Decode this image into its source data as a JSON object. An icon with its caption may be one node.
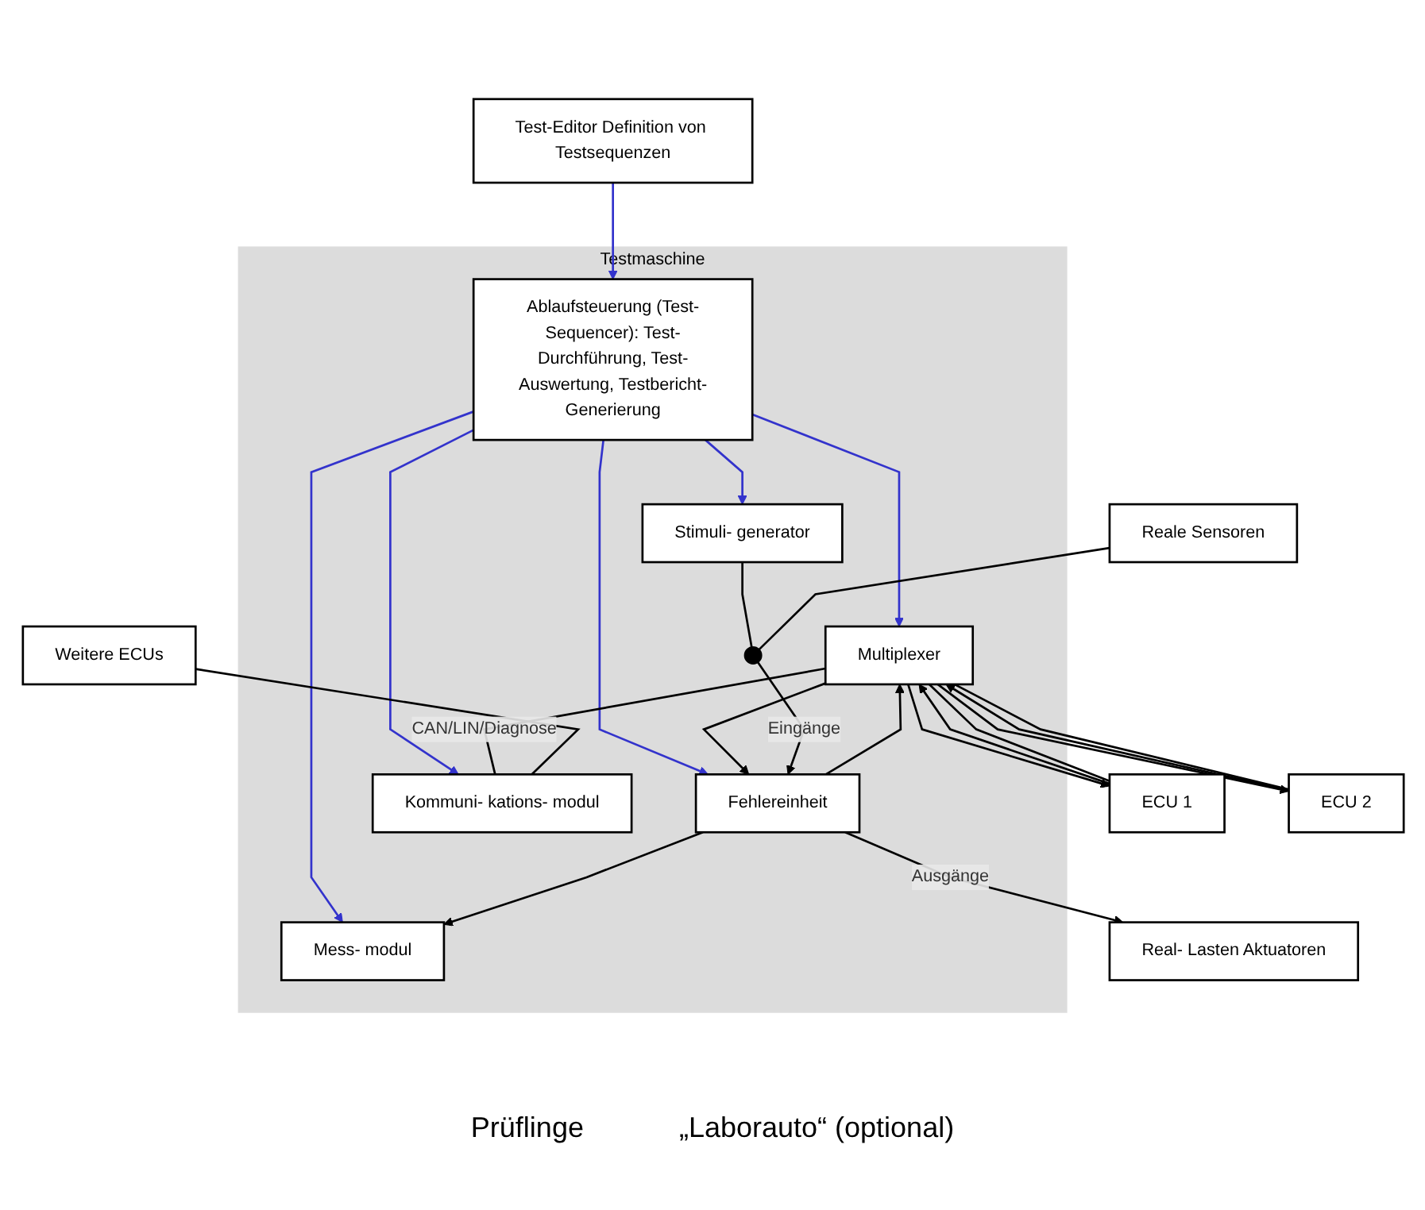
{
  "diagram": {
    "nodes": [
      {
        "text": [
          "Test-Editor Definition von Testsequenzen"
        ]
      },
      {
        "text": [
          "Testmaschine"
        ]
      },
      {
        "text": [
          "Ablaufsteuerung (Test-Sequencer): Test-Durchführung, Test-Auswertung, Testbericht-Generierung"
        ],
        "in": 1
      },
      {
        "text": [
          "Mess- modul"
        ],
        "in": 1
      },
      {
        "text": [
          "Stimuli- generator"
        ],
        "in": 1
      },
      {
        "text": [
          "Kommuni- kations- modul"
        ],
        "in": 1
      },
      {
        "text": [
          "Multiplexer"
        ],
        "in": 1
      },
      {
        "text": [
          "Fehlereinheit"
        ],
        "in": 1
      },
      {
        "text": [
          "ECU 1"
        ]
      },
      {
        "text": [
          "ECU 2"
        ]
      },
      {
        "text": [
          "Real- Lasten Aktuatoren"
        ]
      },
      {
        "text": [
          "Reale Sensoren"
        ]
      },
      {
        "text": [
          "Weitere ECUs"
        ]
      },
      {
        "text": [],
        "shape": "switch",
        "in": 1
      }
    ],
    "edges": [
      {
        "from": 0,
        "to": 2,
        "arrow": "to",
        "color": "#3333cc"
      },
      {
        "from": 2,
        "to": 6,
        "arrow": "to",
        "color": "#3333cc"
      },
      {
        "from": 2,
        "to": 7,
        "arrow": "to",
        "color": "#3333cc"
      },
      {
        "from": 2,
        "to": 3,
        "arrow": "to",
        "color": "#3333cc"
      },
      {
        "from": 2,
        "to": 4,
        "arrow": "to",
        "color": "#3333cc"
      },
      {
        "from": 2,
        "to": 5,
        "arrow": "to",
        "color": "#3333cc"
      },
      {
        "from": 8,
        "to": 6,
        "arrow": "to"
      },
      {
        "from": 6,
        "to": 8,
        "arrow": "to"
      },
      {
        "from": 8,
        "to": 6,
        "arrow": "none"
      },
      {
        "from": 9,
        "to": 6,
        "arrow": "to"
      },
      {
        "from": 6,
        "to": 9,
        "arrow": "to"
      },
      {
        "from": 9,
        "to": 6,
        "arrow": "none"
      },
      {
        "from": 6,
        "to": 7,
        "arrow": "to"
      },
      {
        "from": 7,
        "to": 10,
        "arrow": "to",
        "label": "Ausgänge"
      },
      {
        "from": 7,
        "to": 3,
        "arrow": "to"
      },
      {
        "from": 4,
        "to": 13,
        "arrow": "none"
      },
      {
        "from": 11,
        "to": 13,
        "arrow": "none"
      },
      {
        "from": 13,
        "to": 7,
        "arrow": "to",
        "label": "Eingänge"
      },
      {
        "from": 7,
        "to": 6,
        "arrow": "to"
      },
      {
        "from": 6,
        "to": 5,
        "arrow": "none",
        "label": "CAN/LIN/Diagnose"
      },
      {
        "from": 5,
        "to": 12,
        "arrow": "none"
      }
    ],
    "labels": [
      "Prüflinge",
      "„Laborauto“ (optional)"
    ]
  }
}
